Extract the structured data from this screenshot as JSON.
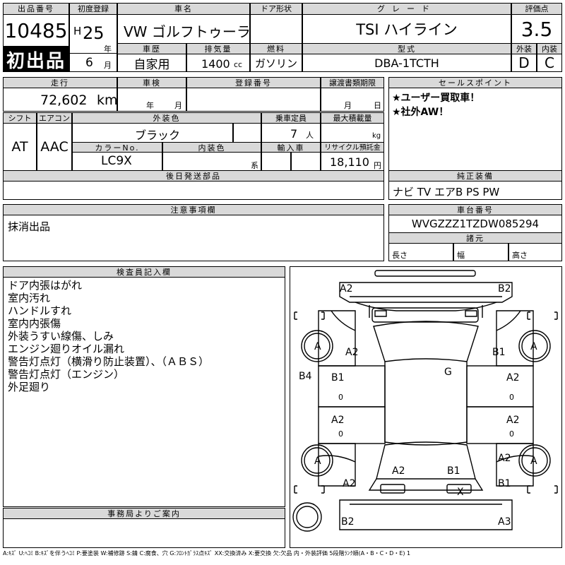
{
  "header": {
    "lot_no_label": "出品番号",
    "lot_no": "10485",
    "first_listing": "初出品",
    "first_reg_label": "初度登録",
    "era": "H",
    "year": "25",
    "year_unit": "年",
    "month": "6",
    "month_unit": "月",
    "car_name_label": "車名",
    "car_name": "VW ゴルフトゥーラン",
    "door_label": "ドア形状",
    "door_value": "",
    "grade_label": "グレード",
    "grade": "TSI ハイライン",
    "score_label": "評価点",
    "score": "3.5",
    "history_label": "車歴",
    "history": "自家用",
    "displacement_label": "排気量",
    "displacement": "1400",
    "displacement_unit": "cc",
    "fuel_label": "燃料",
    "fuel": "ガソリン",
    "model_code_label": "型式",
    "model_code": "DBA-1TCTH",
    "exterior_label": "外装",
    "interior_label": "内装",
    "exterior_grade": "D",
    "interior_grade": "C"
  },
  "row2": {
    "mileage_label": "走行",
    "mileage": "72,602",
    "mileage_unit": "km",
    "inspection_label": "車検",
    "insp_year_unit": "年",
    "insp_month_unit": "月",
    "reg_no_label": "登録番号",
    "reg_no": "",
    "transfer_label": "譲渡書類期限",
    "transfer_month_unit": "月",
    "transfer_day_unit": "日",
    "sales_label": "セールスポイント",
    "sales_points": [
      "★ユーザー買取車！",
      "★社外AW！"
    ]
  },
  "row3": {
    "shift_label": "シフト",
    "shift": "AT",
    "ac_label": "エアコン",
    "ac": "AAC",
    "color_label": "外装色",
    "color": "ブラック",
    "seats_label": "乗車定員",
    "seats": "7",
    "seats_unit": "人",
    "max_load_label": "最大積載量",
    "max_load_unit": "kg",
    "color_no_label": "カラーNo.",
    "color_no": "LC9X",
    "int_color_label": "内装色",
    "int_color_unit": "系",
    "import_label": "輸入車",
    "recycle_label": "リサイクル預託金",
    "recycle": "18,110",
    "recycle_unit": "円",
    "later_parts_label": "後日発送部品",
    "later_parts": "",
    "equipment_label": "純正装備",
    "equipment": "ナビ TV エアB PS PW"
  },
  "notes": {
    "caution_label": "注意事項欄",
    "caution": "抹消出品",
    "chassis_label": "車台番号",
    "chassis": "WVGZZZ1TZDW085294",
    "dims_label": "諸元",
    "length_label": "長さ",
    "width_label": "幅",
    "height_label": "高さ",
    "inspector_label": "検査員記入欄",
    "inspector_lines": [
      "ドア内張はがれ",
      "室内汚れ",
      "ハンドルすれ",
      "室内内張傷",
      "外装うすい線傷、しみ",
      "エンジン廻りオイル漏れ",
      "警告灯点灯（横滑り防止装置）、（ＡＢＳ）",
      "警告灯点灯（エンジン）",
      "外足廻り"
    ],
    "office_label": "事務局よりご案内",
    "office": ""
  },
  "diagram_marks": [
    {
      "id": "front-bumper-left",
      "text": "A2"
    },
    {
      "id": "front-bumper-right",
      "text": "B2"
    },
    {
      "id": "front-left-wheel",
      "text": "A"
    },
    {
      "id": "front-right-wheel",
      "text": "A"
    },
    {
      "id": "left-front-fender",
      "text": "A2"
    },
    {
      "id": "right-front-fender",
      "text": "B1"
    },
    {
      "id": "windshield",
      "text": "G"
    },
    {
      "id": "left-rocker",
      "text": "B4"
    },
    {
      "id": "left-front-door",
      "text": "B1"
    },
    {
      "id": "right-front-door",
      "text": "A2"
    },
    {
      "id": "left-rear-door",
      "text": "A2"
    },
    {
      "id": "right-rear-door",
      "text": "A2"
    },
    {
      "id": "rear-left-wheel",
      "text": "A"
    },
    {
      "id": "rear-right-wheel",
      "text": "A"
    },
    {
      "id": "right-rear-quarter",
      "text": "A2"
    },
    {
      "id": "tailgate-left",
      "text": "A2"
    },
    {
      "id": "tailgate-right",
      "text": "B1"
    },
    {
      "id": "left-rear-quarter",
      "text": "A2"
    },
    {
      "id": "right-rear-lower",
      "text": "B1"
    },
    {
      "id": "rear-lamp",
      "text": "X"
    },
    {
      "id": "rear-bumper-left",
      "text": "B2"
    },
    {
      "id": "rear-bumper-right",
      "text": "A3"
    }
  ],
  "legend": "A:ｷｽﾞ U:ﾍｺﾐ B:ｷｽﾞを伴うﾍｺﾐ P:要塗装 W:補修跡 S:錆 C:腐食、穴 G:ﾌﾛﾝﾄｶﾞﾗｽ点ｷｽﾞ XX:交換済み X:要交換 欠:欠品 内・外装評価 5段階ﾗﾝｸ順(A・B・C・D・E) 1"
}
